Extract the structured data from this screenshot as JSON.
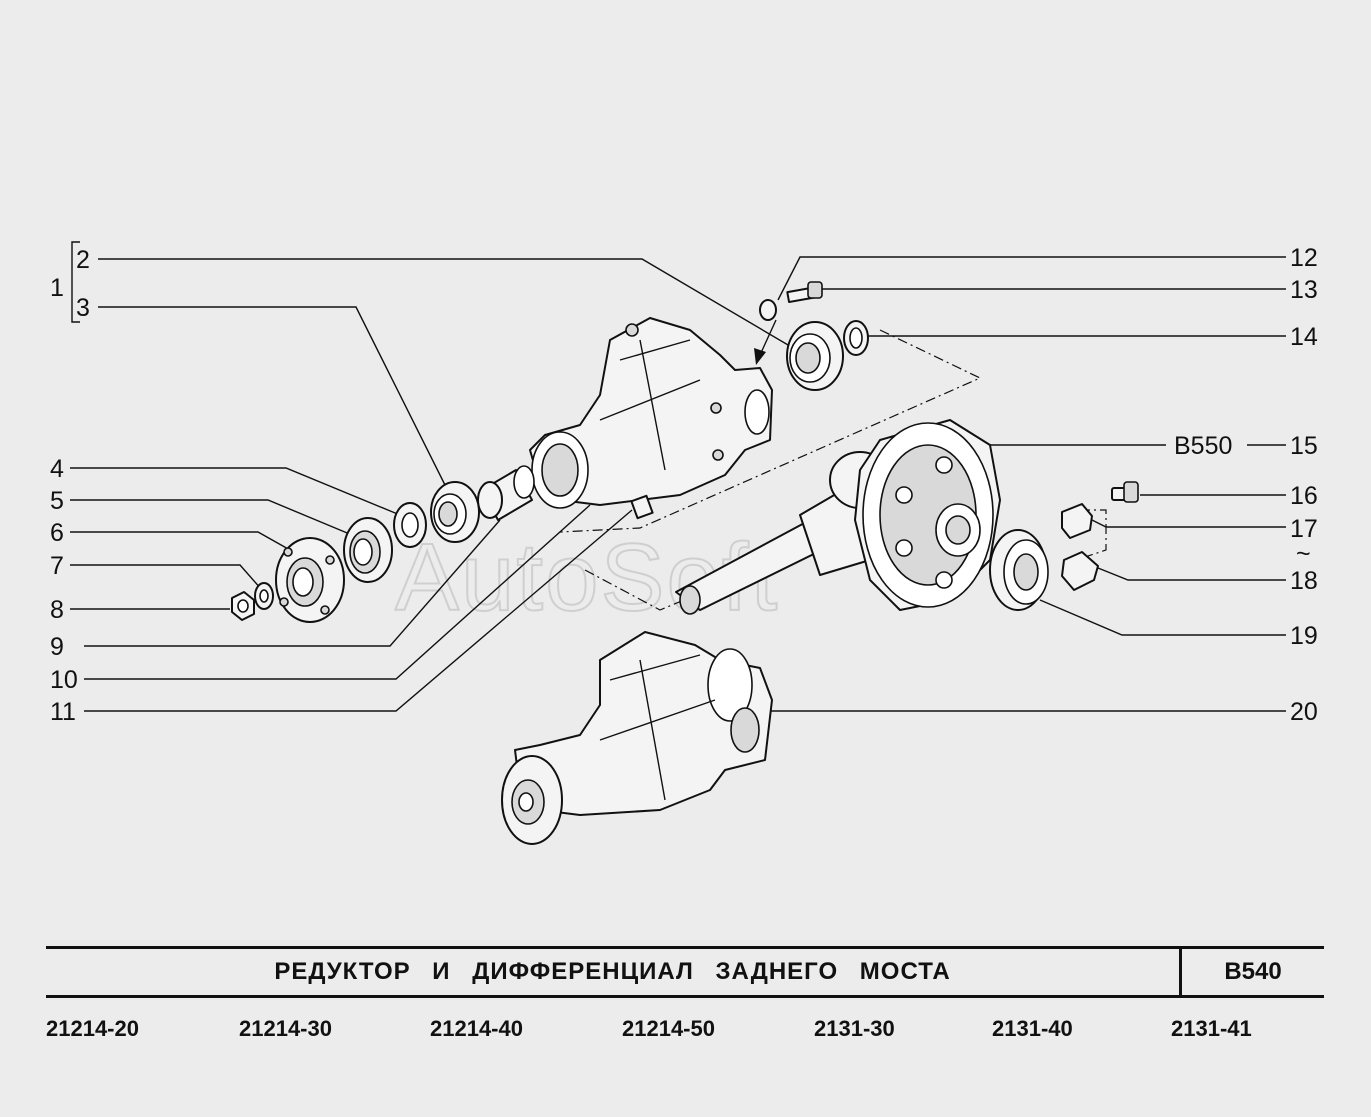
{
  "diagram": {
    "callouts": [
      "1",
      "2",
      "3",
      "4",
      "5",
      "6",
      "7",
      "8",
      "9",
      "10",
      "11",
      "12",
      "13",
      "14",
      "15",
      "16",
      "17",
      "18",
      "19",
      "20"
    ],
    "tilde": "~",
    "ref_code": "B550"
  },
  "watermark": "AutoSoft",
  "title": {
    "text": "РЕДУКТОР  И  ДИФФЕРЕНЦИАЛ  ЗАДНЕГО  МОСТА",
    "code": "B540"
  },
  "models": [
    "21214-20",
    "21214-30",
    "21214-40",
    "21214-50",
    "2131-30",
    "2131-40",
    "2131-41"
  ]
}
